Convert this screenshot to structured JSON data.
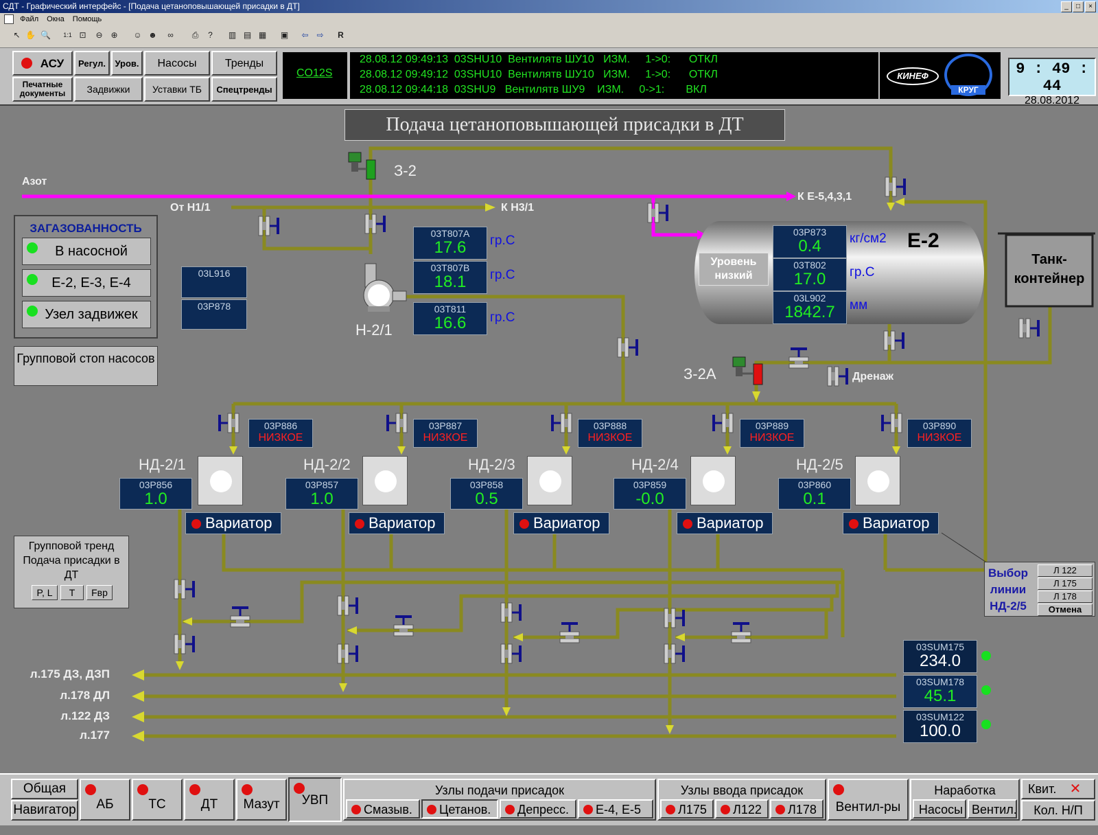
{
  "window": {
    "title": "СДТ - Графический интерфейс - [Подача цетаноповышающей присадки в ДТ]"
  },
  "menu": [
    "Файл",
    "Окна",
    "Помощь"
  ],
  "toolbar_r": "R",
  "top": {
    "asu": "АСУ",
    "regul": "Регул.",
    "urov": "Уров.",
    "nasosy": "Насосы",
    "trendy": "Тренды",
    "print_docs": "Печатные документы",
    "zadvizhki": "Задвижки",
    "ustavki": "Уставки ТБ",
    "spectrendy": "Спецтренды",
    "code": "CO12S",
    "events": [
      "28.08.12 09:49:13  03SHU10  Вентилятв ШУ10   ИЗМ.     1->0:      ОТКЛ",
      "28.08.12 09:49:12  03SHU10  Вентилятв ШУ10   ИЗМ.     1->0:      ОТКЛ",
      "28.08.12 09:44:18  03SHU9   Вентилятв ШУ9    ИЗМ.     0->1:       ВКЛ"
    ],
    "logo1": "КИНЕФ",
    "logo2": "КРУГ",
    "time": "9 : 49 : 44",
    "date": "28.08.2012"
  },
  "page_title": "Подача цетаноповышающей присадки в ДТ",
  "labels": {
    "azot": "Азот",
    "ot_n1": "От Н1/1",
    "k_n3": "К Н3/1",
    "k_e5": "К Е-5,4,3,1",
    "z2": "З-2",
    "z2a": "З-2А",
    "h21": "Н-2/1",
    "drenazh": "Дренаж",
    "e2": "Е-2",
    "tank": "Танк-контейнер",
    "uroven": "Уровень низкий"
  },
  "gas": {
    "title": "ЗАГАЗОВАННОСТЬ",
    "items": [
      "В насосной",
      "Е-2, Е-3, Е-4",
      "Узел задвижек"
    ]
  },
  "group_stop": "Групповой стоп насосов",
  "group_trend": {
    "title": "Групповой тренд Подача присадки в ДТ",
    "buttons": [
      "P, L",
      "T",
      "Fвр"
    ]
  },
  "sensors": {
    "t807a": {
      "name": "03T807A",
      "value": "17.6",
      "unit": "гр.С"
    },
    "t807b": {
      "name": "03T807B",
      "value": "18.1",
      "unit": "гр.С"
    },
    "t811": {
      "name": "03T811",
      "value": "16.6",
      "unit": "гр.С"
    },
    "l916": {
      "name": "03L916"
    },
    "p878": {
      "name": "03P878"
    },
    "p873": {
      "name": "03P873",
      "value": "0.4",
      "unit": "кг/см2"
    },
    "t802": {
      "name": "03T802",
      "value": "17.0",
      "unit": "гр.С"
    },
    "l902": {
      "name": "03L902",
      "value": "1842.7",
      "unit": "мм"
    }
  },
  "pressure_low": [
    {
      "name": "03P886",
      "status": "НИЗКОЕ"
    },
    {
      "name": "03P887",
      "status": "НИЗКОЕ"
    },
    {
      "name": "03P888",
      "status": "НИЗКОЕ"
    },
    {
      "name": "03P889",
      "status": "НИЗКОЕ"
    },
    {
      "name": "03P890",
      "status": "НИЗКОЕ"
    }
  ],
  "pumps": [
    {
      "label": "НД-2/1",
      "sensor": "03P856",
      "value": "1.0",
      "variator": "Вариатор"
    },
    {
      "label": "НД-2/2",
      "sensor": "03P857",
      "value": "1.0",
      "variator": "Вариатор"
    },
    {
      "label": "НД-2/3",
      "sensor": "03P858",
      "value": "0.5",
      "variator": "Вариатор"
    },
    {
      "label": "НД-2/4",
      "sensor": "03P859",
      "value": "-0.0",
      "variator": "Вариатор"
    },
    {
      "label": "НД-2/5",
      "sensor": "03P860",
      "value": "0.1",
      "variator": "Вариатор"
    }
  ],
  "line_select": {
    "title": "Выбор линии НД-2/5",
    "options": [
      "Л 122",
      "Л 175",
      "Л 178",
      "Отмена"
    ]
  },
  "lines": [
    "л.175 ДЗ, ДЗП",
    "л.178 ДЛ",
    "л.122 ДЗ",
    "л.177"
  ],
  "sums": [
    {
      "name": "03SUM175",
      "value": "234.0"
    },
    {
      "name": "03SUM178",
      "value": "45.1"
    },
    {
      "name": "03SUM122",
      "value": "100.0"
    }
  ],
  "bottom": {
    "obshaya": "Общая",
    "navigator": "Навигатор",
    "ab": "АБ",
    "ts": "ТС",
    "dt": "ДТ",
    "mazut": "Мазут",
    "uvp": "УВП",
    "uzly_podachi": "Узлы подачи присадок",
    "smazyv": "Смазыв.",
    "cetanov": "Цетанов.",
    "depress": "Депресс.",
    "e4e5": "Е-4, Е-5",
    "uzly_vvoda": "Узлы ввода присадок",
    "l175": "Л175",
    "l122": "Л122",
    "l178": "Л178",
    "ventil": "Вентил-ры",
    "narabotka": "Наработка",
    "nasosy": "Насосы",
    "ventil2": "Вентил.",
    "kvit": "Квит.",
    "kol": "Кол. Н/П"
  },
  "colors": {
    "pipe": "#8a8a20",
    "nitrogen": "#ff00ff",
    "alarm": "#e01010",
    "ok": "#18e020",
    "panel": "#0c2a55"
  }
}
